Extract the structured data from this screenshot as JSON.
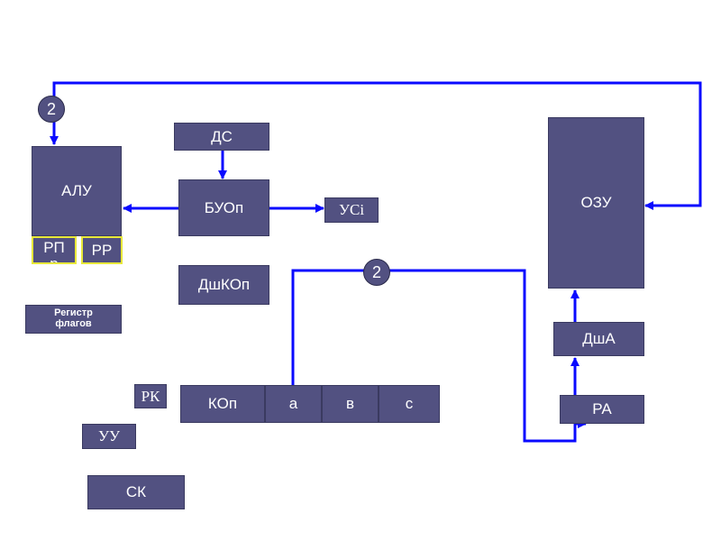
{
  "colors": {
    "block": "#525181",
    "line": "#0a0aff",
    "highlight": "#e8e83a"
  },
  "blocks": {
    "alu": "АЛУ",
    "rp": "РП\nр",
    "rr": "РР",
    "ds": "ДС",
    "buop": "БУОп",
    "usi": "УСi",
    "dshkop": "ДшКОп",
    "flags": "Регистр\nфлагов",
    "rk": "РК",
    "kop": "КОп",
    "a": "а",
    "v": "в",
    "c": "с",
    "uu": "УУ",
    "sk": "СК",
    "ozu": "ОЗУ",
    "dsha": "ДшА",
    "ra": "РА"
  },
  "connectors": {
    "top": "2",
    "middle": "2"
  }
}
